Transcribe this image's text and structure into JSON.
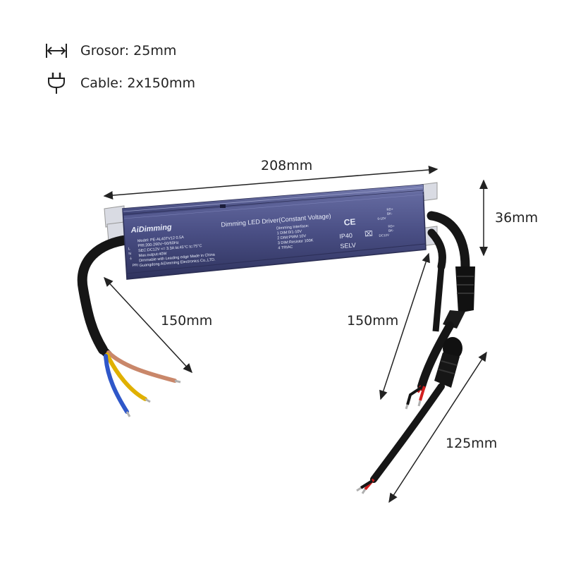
{
  "specs": {
    "thickness": "Grosor: 25mm",
    "cable": "Cable: 2x150mm"
  },
  "dimensions": {
    "length": "208mm",
    "height": "36mm",
    "left_cable": "150mm",
    "right_cable": "150mm",
    "dc_cable": "125mm"
  },
  "driver_label": {
    "brand": "AiDimming",
    "product": "Dimming LED Driver(Constant Voltage)",
    "model": "Model: PE-AL40TV12   0.5A",
    "pri": "PRI:200-260V~50/60Hz",
    "sec": "SEC:DC12V == 3.3A  ta:45°C tc:75°C",
    "max_output": "Max.output:40W",
    "dimmable": "Dimmable with Leading edge    Made in China",
    "maker": "Guangdong AiDimming Electronics Co.,LTD.",
    "interface_title": "Dimming Interface:",
    "interface_1": "1 DIM:0/1-10V",
    "interface_2": "2 DIM:PWM 10V",
    "interface_3": "3 DIM:Resistor 100K",
    "interface_4": "4 TRIAC",
    "ce": "CE",
    "ip": "IP40",
    "selv": "SELV",
    "term_l": "L",
    "term_n": "N",
    "term_pe": "⏚",
    "pri_box": "PRI",
    "rd": "RD+",
    "bk": "BK-",
    "dim_label": "0-10V",
    "dc_label": "DC12V"
  },
  "colors": {
    "driver_body": "#4a4f85",
    "cable": "#1a1a1a",
    "wire_red": "#d21f1f",
    "wire_blue": "#2f57c9",
    "wire_yellow": "#e0b000",
    "wire_brown": "#c9876a"
  }
}
